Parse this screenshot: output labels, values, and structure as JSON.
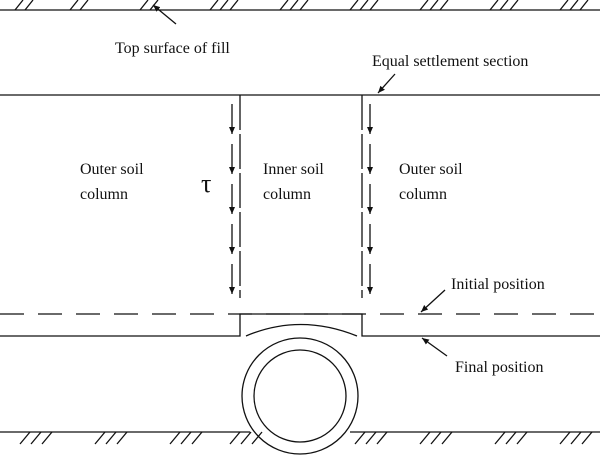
{
  "labels": {
    "top_surface": "Top surface of fill",
    "equal_settlement": "Equal settlement section",
    "outer_left_1": "Outer soil",
    "outer_left_2": "column",
    "tau": "τ",
    "inner_1": "Inner soil",
    "inner_2": "column",
    "outer_right_1": "Outer soil",
    "outer_right_2": "column",
    "initial_position": "Initial position",
    "final_position": "Final position"
  }
}
